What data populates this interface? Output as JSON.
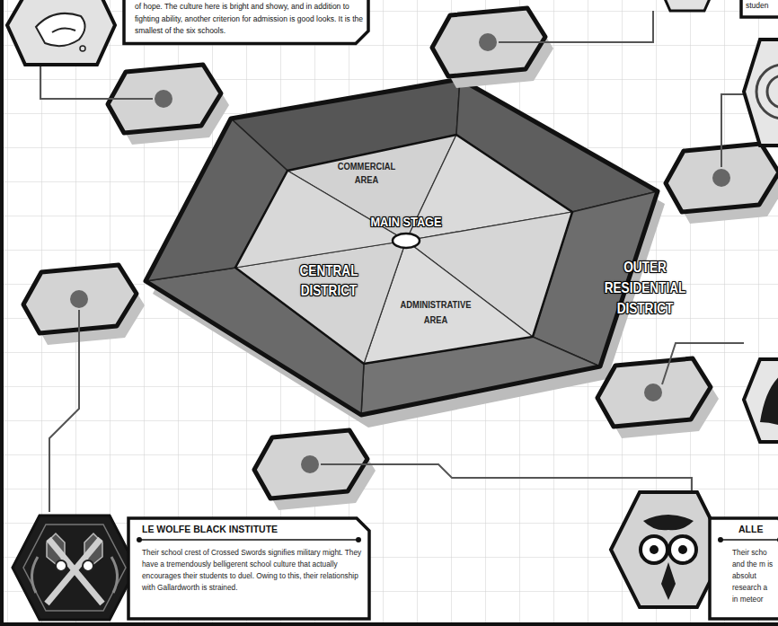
{
  "diagram": {
    "nodes": [
      {
        "text": [
          "of hope. The culture here is bright and showy, and in addition to fighting ability, another criterion for admission is good looks. It is the smallest of the six schools."
        ]
      },
      {
        "text": [
          "studen"
        ]
      },
      {
        "text": [
          "OUTER RESIDENTIAL DISTRICT"
        ]
      },
      {
        "text": [
          "CENTRAL DISTRICT"
        ],
        "in": 2
      },
      {
        "text": [
          "COMMERCIAL AREA"
        ],
        "in": 3
      },
      {
        "text": [
          "MAIN STAGE"
        ],
        "in": 3
      },
      {
        "text": [
          "ADMINISTRATIVE AREA"
        ],
        "in": 3
      },
      {
        "text": [
          "LE WOLFE BLACK INSTITUTE",
          "Their school crest of Crossed Swords signifies military might. They have a tremendously belligerent school culture that actually encourages their students to duel. Owing to this, their relationship with Gallardworth is strained."
        ]
      },
      {
        "text": [
          "ALLE",
          "Their scho and the m is absolut research a in meteor"
        ]
      }
    ]
  }
}
